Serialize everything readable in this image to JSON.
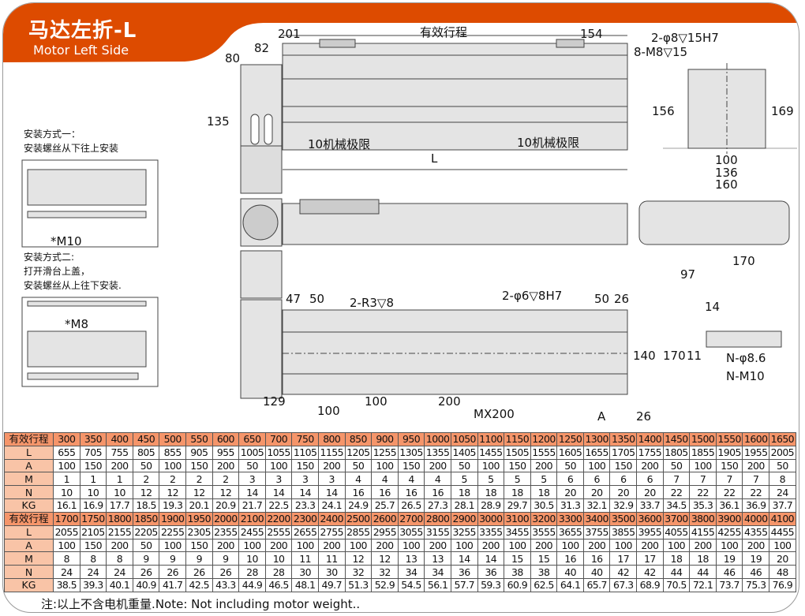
{
  "header": {
    "title_cn": "马达左折-L",
    "title_en": "Motor Left Side"
  },
  "mounting": {
    "method1_title": "安装方式一：",
    "method1_desc": "安装螺丝从下往上安装",
    "method1_screw": "*M10",
    "method2_title": "安装方式二:",
    "method2_line1": "打开滑台上盖，",
    "method2_desc": "安装螺丝从上往下安装.",
    "method2_screw": "*M8"
  },
  "top_view": {
    "d201": "201",
    "stroke": "有效行程",
    "d154": "154",
    "d82": "82",
    "d80": "80",
    "d135": "135",
    "limit_left": "10机械极限",
    "limit_right": "10机械极限",
    "L": "L"
  },
  "end_view": {
    "pin": "2-φ8▽15H7",
    "tap": "8-M8▽15",
    "d156": "156",
    "d169": "169",
    "d100": "100",
    "d136": "136",
    "d160": "160"
  },
  "side_view": {
    "d170": "170",
    "d97": "97"
  },
  "bottom_view": {
    "d47": "47",
    "d50": "50",
    "r3": "2-R3▽8",
    "pin": "2-φ6▽8H7",
    "d50b": "50",
    "d26": "26",
    "d140": "140",
    "d170": "170",
    "d129": "129",
    "d100a": "100",
    "d100b": "100",
    "d200": "200",
    "mx": "MX200",
    "A": "A",
    "d26b": "26"
  },
  "section_view": {
    "d14": "14",
    "d11": "11",
    "hole": "N-φ8.6",
    "tap": "N-M10"
  },
  "table": {
    "row_labels": [
      "有效行程",
      "L",
      "A",
      "M",
      "N",
      "KG"
    ],
    "block1": {
      "stroke": [
        "300",
        "350",
        "400",
        "450",
        "500",
        "550",
        "600",
        "650",
        "700",
        "750",
        "800",
        "850",
        "900",
        "950",
        "1000",
        "1050",
        "1100",
        "1150",
        "1200",
        "1250",
        "1300",
        "1350",
        "1400",
        "1450",
        "1500",
        "1550",
        "1600",
        "1650"
      ],
      "L": [
        "655",
        "705",
        "755",
        "805",
        "855",
        "905",
        "955",
        "1005",
        "1055",
        "1105",
        "1155",
        "1205",
        "1255",
        "1305",
        "1355",
        "1405",
        "1455",
        "1505",
        "1555",
        "1605",
        "1655",
        "1705",
        "1755",
        "1805",
        "1855",
        "1905",
        "1955",
        "2005"
      ],
      "A": [
        "100",
        "150",
        "200",
        "50",
        "100",
        "150",
        "200",
        "50",
        "100",
        "150",
        "200",
        "50",
        "100",
        "150",
        "200",
        "50",
        "100",
        "150",
        "200",
        "50",
        "100",
        "150",
        "200",
        "50",
        "100",
        "150",
        "200",
        "50"
      ],
      "M": [
        "1",
        "1",
        "1",
        "2",
        "2",
        "2",
        "2",
        "3",
        "3",
        "3",
        "3",
        "4",
        "4",
        "4",
        "4",
        "5",
        "5",
        "5",
        "5",
        "6",
        "6",
        "6",
        "6",
        "7",
        "7",
        "7",
        "7",
        "8"
      ],
      "N": [
        "10",
        "10",
        "10",
        "12",
        "12",
        "12",
        "12",
        "14",
        "14",
        "14",
        "14",
        "16",
        "16",
        "16",
        "16",
        "18",
        "18",
        "18",
        "18",
        "20",
        "20",
        "20",
        "20",
        "22",
        "22",
        "22",
        "22",
        "24"
      ],
      "KG": [
        "16.1",
        "16.9",
        "17.7",
        "18.5",
        "19.3",
        "20.1",
        "20.9",
        "21.7",
        "22.5",
        "23.3",
        "24.1",
        "24.9",
        "25.7",
        "26.5",
        "27.3",
        "28.1",
        "28.9",
        "29.7",
        "30.5",
        "31.3",
        "32.1",
        "32.9",
        "33.7",
        "34.5",
        "35.3",
        "36.1",
        "36.9",
        "37.7"
      ]
    },
    "block2": {
      "stroke": [
        "1700",
        "1750",
        "1800",
        "1850",
        "1900",
        "1950",
        "2000",
        "2100",
        "2200",
        "2300",
        "2400",
        "2500",
        "2600",
        "2700",
        "2800",
        "2900",
        "3000",
        "3100",
        "3200",
        "3300",
        "3400",
        "3500",
        "3600",
        "3700",
        "3800",
        "3900",
        "4000",
        "4100"
      ],
      "L": [
        "2055",
        "2105",
        "2155",
        "2205",
        "2255",
        "2305",
        "2355",
        "2455",
        "2555",
        "2655",
        "2755",
        "2855",
        "2955",
        "3055",
        "3155",
        "3255",
        "3355",
        "3455",
        "3555",
        "3655",
        "3755",
        "3855",
        "3955",
        "4055",
        "4155",
        "4255",
        "4355",
        "4455"
      ],
      "A": [
        "100",
        "150",
        "200",
        "50",
        "100",
        "150",
        "200",
        "100",
        "200",
        "100",
        "200",
        "100",
        "200",
        "100",
        "200",
        "100",
        "200",
        "100",
        "200",
        "100",
        "200",
        "100",
        "200",
        "100",
        "200",
        "100",
        "200",
        "100"
      ],
      "M": [
        "8",
        "8",
        "8",
        "9",
        "9",
        "9",
        "9",
        "10",
        "10",
        "11",
        "11",
        "12",
        "12",
        "13",
        "13",
        "14",
        "14",
        "15",
        "15",
        "16",
        "16",
        "17",
        "17",
        "18",
        "18",
        "19",
        "19",
        "20"
      ],
      "N": [
        "24",
        "24",
        "24",
        "26",
        "26",
        "26",
        "26",
        "28",
        "28",
        "30",
        "30",
        "32",
        "32",
        "34",
        "34",
        "36",
        "36",
        "38",
        "38",
        "40",
        "40",
        "42",
        "42",
        "44",
        "44",
        "46",
        "46",
        "48"
      ],
      "KG": [
        "38.5",
        "39.3",
        "40.1",
        "40.9",
        "41.7",
        "42.5",
        "43.3",
        "44.9",
        "46.5",
        "48.1",
        "49.7",
        "51.3",
        "52.9",
        "54.5",
        "56.1",
        "57.7",
        "59.3",
        "60.9",
        "62.5",
        "64.1",
        "65.7",
        "67.3",
        "68.9",
        "70.5",
        "72.1",
        "73.7",
        "75.3",
        "76.9"
      ]
    }
  },
  "note": "注:以上不含电机重量.Note: Not including motor weight..",
  "colors": {
    "header": "#dd4b00",
    "table_head": "#f5956a",
    "row_label": "#f9c4a7"
  }
}
